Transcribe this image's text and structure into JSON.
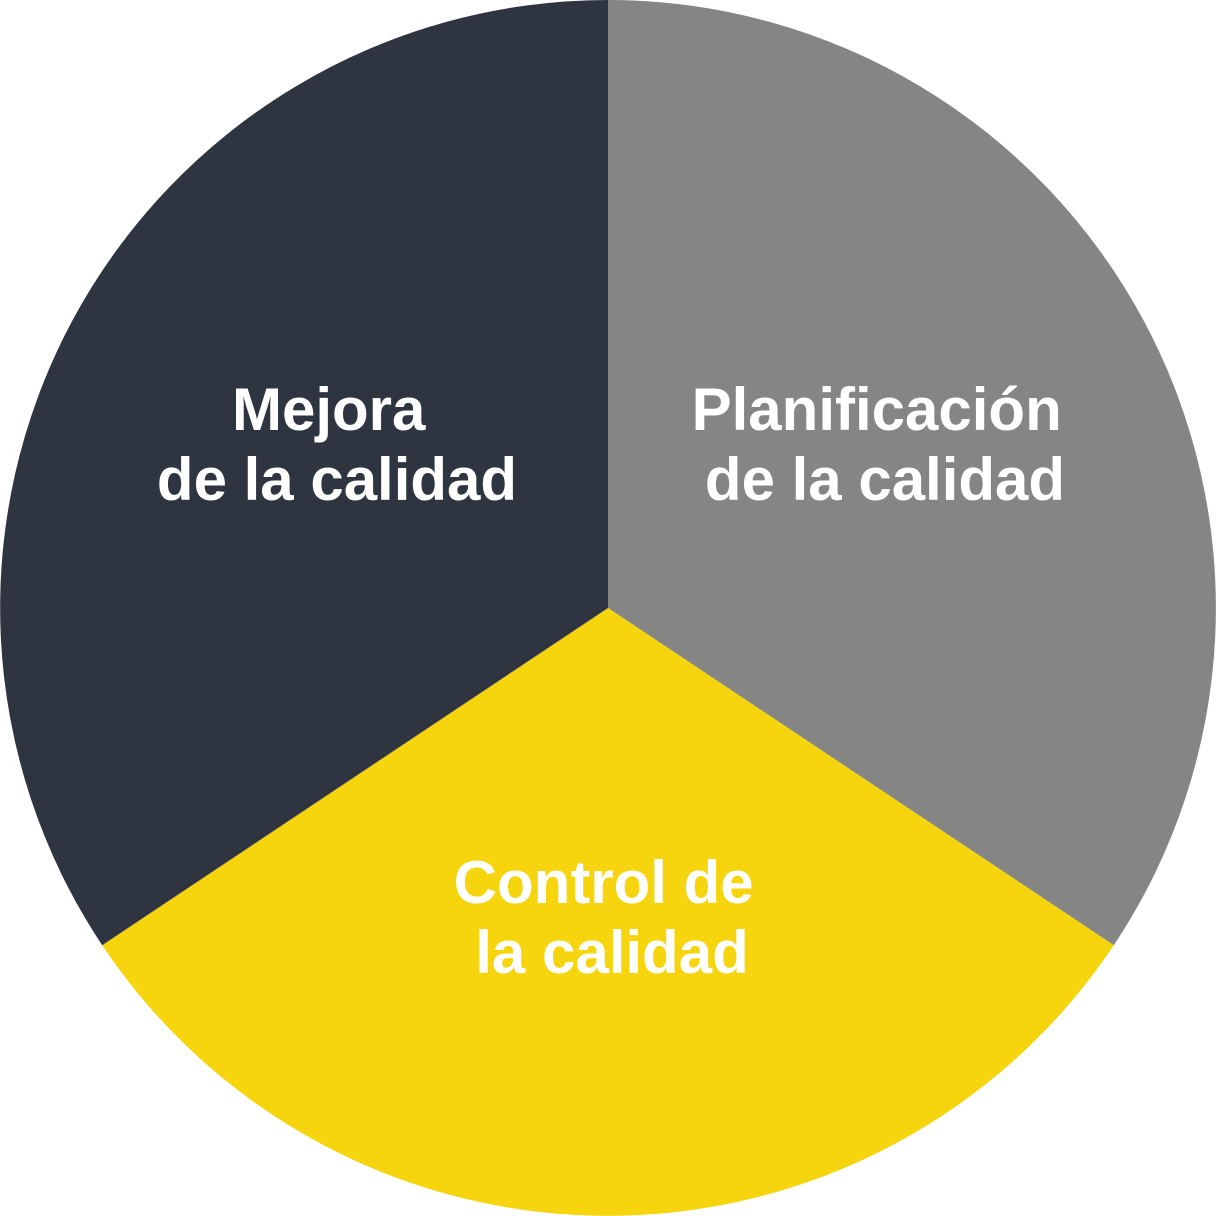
{
  "diagram": {
    "segments": [
      {
        "id": "planificacion",
        "lines": [
          "Planificación",
          "de la calidad"
        ],
        "color": "#858583",
        "text_color": "#ffffff"
      },
      {
        "id": "control",
        "lines": [
          "Control de",
          "la calidad"
        ],
        "color": "#f6d40e",
        "text_color": "#ffffff"
      },
      {
        "id": "mejora",
        "lines": [
          "Mejora",
          "de la calidad"
        ],
        "color": "#2f3540",
        "text_color": "#ffffff"
      }
    ]
  }
}
